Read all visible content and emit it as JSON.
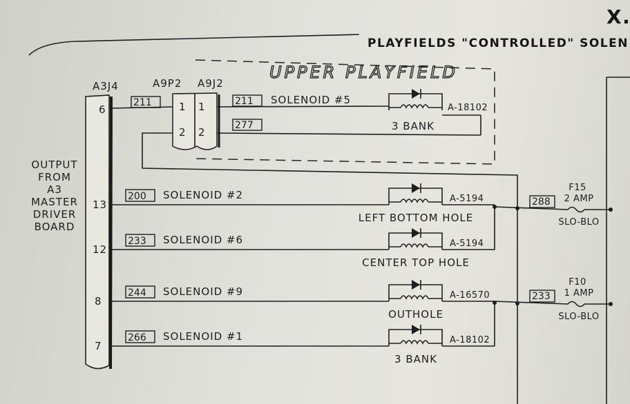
{
  "header": {
    "section_letter": "X.",
    "title": "PLAYFIELDS \"CONTROLLED\" SOLEN"
  },
  "upper_playfield_label": "UPPER PLAYFIELD",
  "connectors": {
    "left": "A3J4",
    "plug": "A9P2",
    "jack": "A9J2"
  },
  "source_label": [
    "OUTPUT",
    "FROM",
    "A3",
    "MASTER",
    "DRIVER",
    "BOARD"
  ],
  "upper_rows": [
    {
      "pin": "6",
      "wire_in": "211",
      "plug_pin": "1",
      "jack_pin": "1",
      "wire_out": "211",
      "solenoid": "SOLENOID #5",
      "part": "A-18102",
      "coil_name": "3 BANK"
    },
    {
      "pin": "",
      "wire_in": "",
      "plug_pin": "2",
      "jack_pin": "2",
      "wire_out": "277",
      "solenoid": "",
      "part": "",
      "coil_name": ""
    }
  ],
  "rows": [
    {
      "pin": "13",
      "wire": "200",
      "solenoid": "SOLENOID #2",
      "part": "A-5194",
      "coil_name": "LEFT BOTTOM HOLE"
    },
    {
      "pin": "12",
      "wire": "233",
      "solenoid": "SOLENOID #6",
      "part": "A-5194",
      "coil_name": "CENTER TOP HOLE"
    },
    {
      "pin": "8",
      "wire": "244",
      "solenoid": "SOLENOID #9",
      "part": "A-16570",
      "coil_name": "OUTHOLE"
    },
    {
      "pin": "7",
      "wire": "266",
      "solenoid": "SOLENOID #1",
      "part": "A-18102",
      "coil_name": "3 BANK"
    }
  ],
  "fuses": [
    {
      "wire": "288",
      "name": "F15",
      "rating": "2 AMP",
      "type": "SLO-BLO"
    },
    {
      "wire": "233",
      "name": "F10",
      "rating": "1 AMP",
      "type": "SLO-BLO"
    }
  ]
}
